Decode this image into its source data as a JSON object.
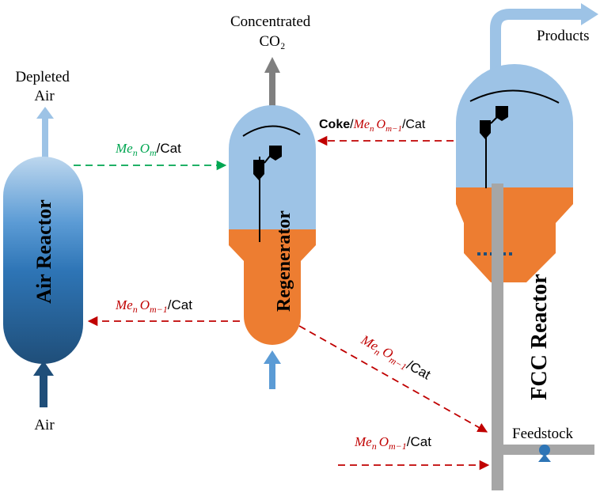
{
  "labels": {
    "depleted_air": [
      "Depleted",
      "Air"
    ],
    "concentrated_co2": [
      "Concentrated",
      "CO₂"
    ],
    "products": "Products",
    "air": "Air",
    "feedstock": "Feedstock"
  },
  "vessels": {
    "air_reactor": "Air Reactor",
    "regenerator": "Regenerator",
    "fcc_reactor": "FCC Reactor"
  },
  "flows": {
    "air_to_regen": {
      "me": "Me",
      "sub_n": "n",
      "o": "O",
      "sub_m": "m",
      "cat": "/Cat"
    },
    "regen_to_air": {
      "me": "Me",
      "sub_n": "n",
      "o": "O",
      "sub_m": "m−1",
      "cat": "/Cat"
    },
    "fcc_to_regen": {
      "coke": "Coke",
      "slash": "/",
      "me": "Me",
      "sub_n": "n",
      "o": "O",
      "sub_m": "m−1",
      "cat": "/Cat"
    },
    "regen_to_riser": {
      "me": "Me",
      "sub_n": "n",
      "o": "O",
      "sub_m": "m−1",
      "cat": "/Cat"
    },
    "inlet_to_riser": {
      "me": "Me",
      "sub_n": "n",
      "o": "O",
      "sub_m": "m−1",
      "cat": "/Cat"
    }
  },
  "colors": {
    "light_blue": "#9dc3e6",
    "dark_blue": "#1f4e79",
    "orange": "#ed7d31",
    "grey": "#a6a6a6",
    "green_dash": "#00a651",
    "red_dash": "#c00000",
    "arrow_blue": "#5b9bd5"
  },
  "icons": [
    "cyclone-icon",
    "feed-nozzle-icon"
  ]
}
